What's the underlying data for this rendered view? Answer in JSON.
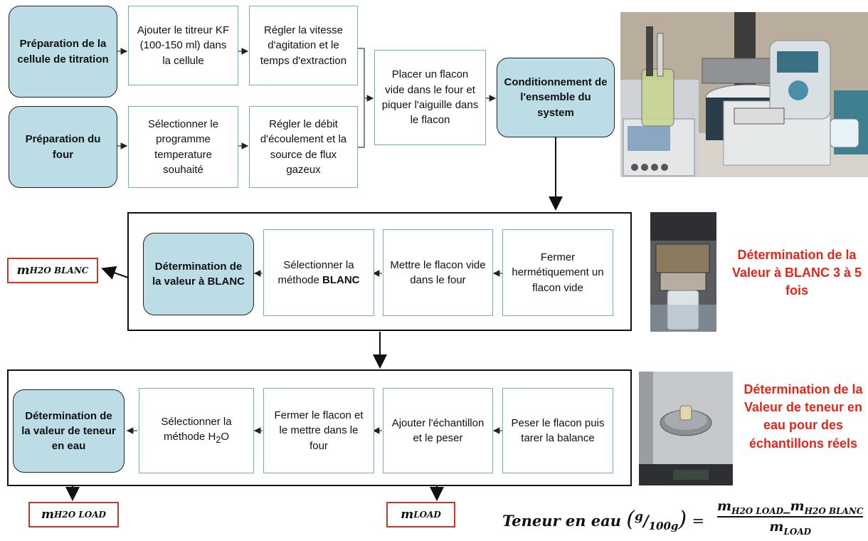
{
  "row1": {
    "prep_cell": "Préparation de la cellule de titration",
    "add_titrant": "Ajouter le titreur KF (100-150 ml) dans la cellule",
    "set_speed": "Régler la vitesse d'agitation et le temps d'extraction",
    "prep_oven": "Préparation du four",
    "select_program": "Sélectionner le programme temperature souhaité",
    "set_flow": "Régler le débit d'écoulement et la source de flux gazeux",
    "place_vial": "Placer un flacon vide dans le four et piquer l'aiguille dans le flacon",
    "conditioning": "Conditionnement de l'ensemble du system"
  },
  "row2": {
    "close_vial": "Fermer hermétiquement un flacon vide",
    "put_vial": "Mettre le flacon vide dans le four",
    "select_method_prefix": "Sélectionner la méthode",
    "select_method_name": "BLANC",
    "blank_determination": "Détermination de la valeur à BLANC",
    "result": {
      "symbol": "m",
      "subscript": "H2O BLANC"
    },
    "note": "Détermination de la Valeur à BLANC 3 à 5 fois"
  },
  "row3": {
    "weigh_vial": "Peser le flacon puis tarer la balance",
    "add_sample": "Ajouter l'échantillon et le peser",
    "close_put": "Fermer le flacon et le mettre dans le four",
    "select_method_prefix": "Sélectionner la méthode",
    "select_method_name": "H",
    "select_method_sub": "2",
    "select_method_suffix": "O",
    "water_determination": "Détermination de la valeur de teneur en eau",
    "note": "Détermination de la Valeur de teneur en eau pour des échantillons réels"
  },
  "results": {
    "h2o_load": {
      "symbol": "m",
      "subscript": "H2O LOAD"
    },
    "load": {
      "symbol": "m",
      "subscript": "LOAD"
    }
  },
  "formula": {
    "lhs": "Teneur en eau",
    "unit_num": "g",
    "unit_den": "100g",
    "equals": "=",
    "num_m1": "m",
    "num_sub1": "H2O LOAD",
    "num_minus": "_",
    "num_m2": "m",
    "num_sub2": "H2O BLANC",
    "den_m": "m",
    "den_sub": "LOAD"
  },
  "colors": {
    "box_fill": "#bcdde6",
    "box_border": "#6fb1c3",
    "accent_red": "#e0271a"
  }
}
